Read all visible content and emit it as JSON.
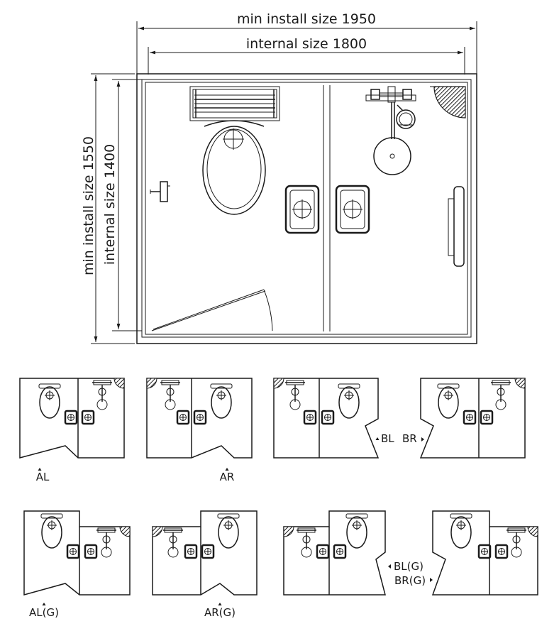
{
  "dimensions": {
    "min_install_width": "min install size 1950",
    "internal_width": "internal size 1800",
    "min_install_depth": "min install size 1550",
    "internal_depth": "internal size 1400"
  },
  "variants": {
    "AL": "AL",
    "AR": "AR",
    "BL": "BL",
    "BR": "BR",
    "AL_G": "AL(G)",
    "AR_G": "AR(G)",
    "BL_G": "BL(G)",
    "BR_G": "BR(G)"
  },
  "colors": {
    "line": "#1a1a1a",
    "background": "#ffffff"
  }
}
